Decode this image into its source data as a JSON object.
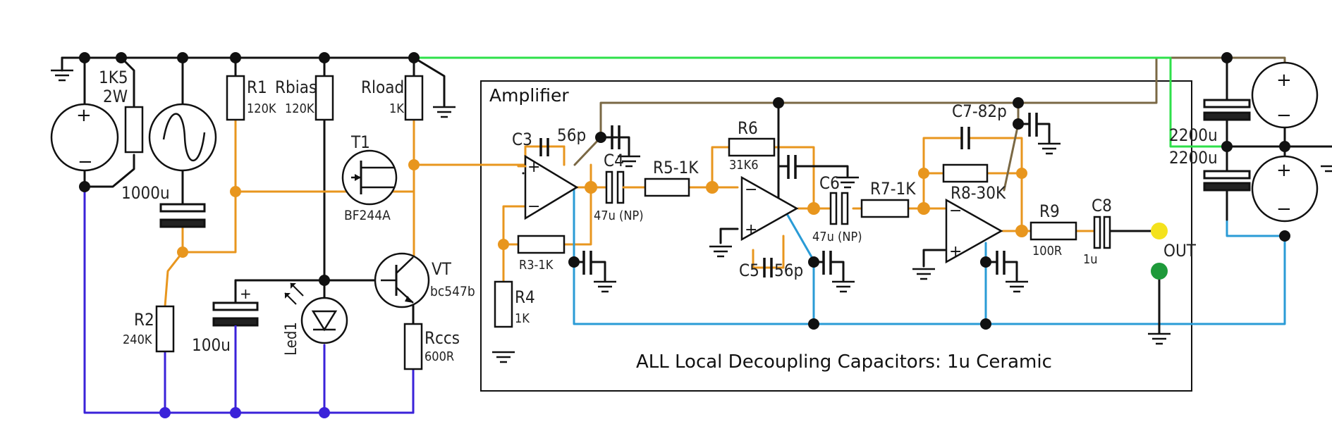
{
  "title": "Amplifier",
  "note": "ALL Local Decoupling Capacitors: 1u Ceramic",
  "colors": {
    "ground_rail": "#111111",
    "signal": "#e8961e",
    "negative_rail": "#2a9bd6",
    "return": "#3a22d9",
    "positive_rail": "#2ee04a",
    "feedback": "#7a6844",
    "out_yellow": "#f4e21d",
    "out_green": "#1e9a3a"
  },
  "components": {
    "r_1k5": {
      "name": "1K5",
      "value": "2W"
    },
    "c_1000u": {
      "value": "1000u"
    },
    "r1": {
      "name": "R1",
      "value": "120K"
    },
    "rbias": {
      "name": "Rbias",
      "value": "120K"
    },
    "rload": {
      "name": "Rload",
      "value": "1K"
    },
    "t1": {
      "name": "T1",
      "value": "BF244A"
    },
    "vt": {
      "name": "VT",
      "value": "bc547b"
    },
    "r2": {
      "name": "R2",
      "value": "240K"
    },
    "c_100u": {
      "value": "100u"
    },
    "led": {
      "name": "Led1"
    },
    "rccs": {
      "name": "Rccs",
      "value": "600R"
    },
    "c3": {
      "name": "C3",
      "value": "56p"
    },
    "c4": {
      "name": "C4",
      "value": "47u (NP)"
    },
    "r5": {
      "name": "R5-1K"
    },
    "r6": {
      "name": "R6",
      "value": "31K6"
    },
    "c5": {
      "name": "C5",
      "value": "56p"
    },
    "c6": {
      "name": "C6",
      "value": "47u (NP)"
    },
    "r7": {
      "name": "R7-1K"
    },
    "c7": {
      "name": "C7-82p"
    },
    "r8": {
      "name": "R8-30K"
    },
    "r3": {
      "name": "R3-1K"
    },
    "r4": {
      "name": "R4",
      "value": "1K"
    },
    "r9": {
      "name": "R9",
      "value": "100R"
    },
    "c8": {
      "name": "C8",
      "value": "1u"
    },
    "out": {
      "name": "OUT"
    },
    "c_2200u_a": {
      "value": "2200u"
    },
    "c_2200u_b": {
      "value": "2200u"
    }
  }
}
